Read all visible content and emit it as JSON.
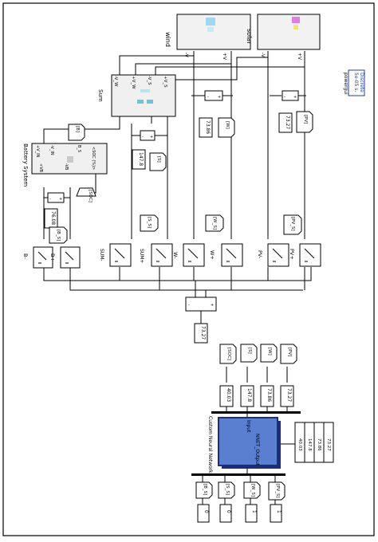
{
  "blocks": {
    "wind": {
      "label": "wind",
      "ports": [
        "-V",
        "+V"
      ]
    },
    "solar": {
      "label": "solar",
      "ports": [
        "-V",
        "+V"
      ]
    },
    "powergui": {
      "line1": "Discrete",
      "line2": "5e-05 s.",
      "label": "powergui"
    },
    "sum": {
      "label": "Sum",
      "ports": [
        "-V_W",
        "+V_W",
        "-V_S",
        "+V_S"
      ]
    },
    "battery": {
      "label": "Battery System",
      "ports": [
        "+V_IN",
        "-V_IN",
        "B_S",
        "<SOC (%)>",
        "+VB",
        "-VB"
      ]
    },
    "soc_tag": "[SOC]",
    "nn": {
      "label": "Custom Neural Network",
      "in": "Input",
      "out": "NNET_Output"
    }
  },
  "goto_tags": {
    "bs": "[B_S]",
    "s_s": "[S_S]",
    "w_s": "[W_S]",
    "pv_s": "[PV_S]"
  },
  "from_tags": {
    "w": "[W]",
    "pv": "[PV]",
    "s": "[S]",
    "b": "[B]"
  },
  "displays": {
    "wind": "73.86",
    "solar": "73.27",
    "sum": "147.8",
    "battery": "76.08",
    "bus": "73.27",
    "nn_soc": "40.03",
    "nn_s": "147.8",
    "nn_w": "73.86",
    "nn_pv": "73.27",
    "out_vec": [
      "73.27",
      "73.86",
      "147.8",
      "40.03"
    ],
    "relays": [
      "0",
      "0",
      "1",
      "1"
    ]
  },
  "switches": {
    "b_minus": "B-",
    "b_plus": "B+",
    "sum_minus": "SUM-",
    "sum_plus": "SUM+",
    "w_minus": "W-",
    "w_plus": "W+",
    "pv_minus": "PV-",
    "pv_plus": "PV+"
  },
  "colors": {
    "line": "#000000",
    "nn_fill": "#5a7fd1",
    "nn_shadow": "#1c2e78",
    "block": "#ebebeb",
    "tag": "#333333"
  }
}
